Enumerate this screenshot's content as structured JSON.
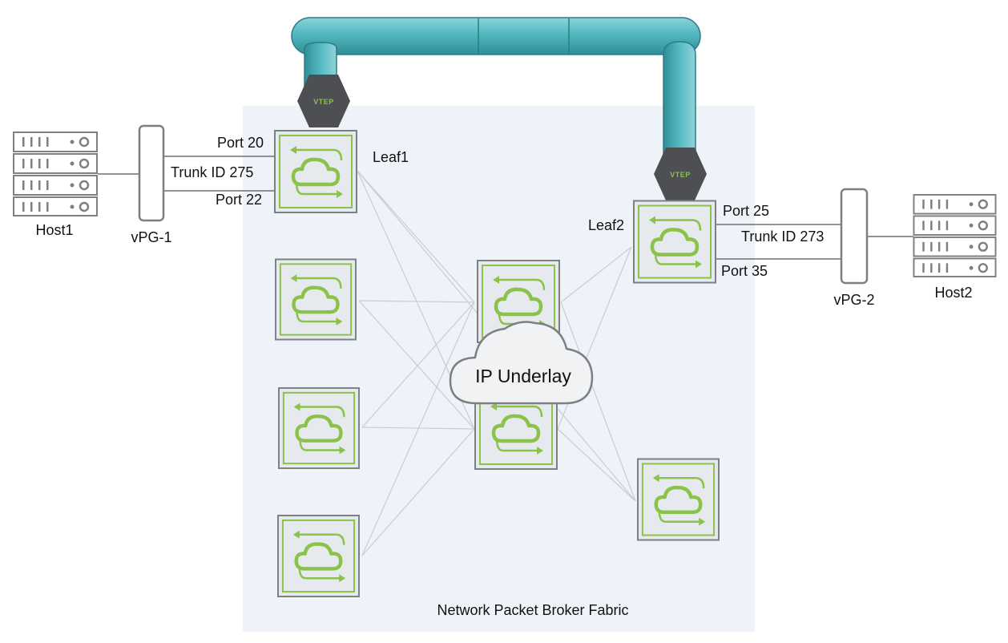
{
  "fabric": {
    "label": "Network Packet Broker Fabric"
  },
  "underlay": {
    "label": "IP Underlay"
  },
  "hosts": [
    {
      "label": "Host1"
    },
    {
      "label": "Host2"
    }
  ],
  "vpgs": [
    {
      "label": "vPG-1"
    },
    {
      "label": "vPG-2"
    }
  ],
  "leaves": [
    {
      "label": "Leaf1"
    },
    {
      "label": "Leaf2"
    }
  ],
  "ports": {
    "host1_top": "Port 20",
    "host1_trunk": "Trunk ID 275",
    "host1_bottom": "Port 22",
    "host2_top": "Port 25",
    "host2_trunk": "Trunk ID 273",
    "host2_bottom": "Port 35"
  },
  "vtep": {
    "label": "VTEP"
  },
  "colors": {
    "fabric_bg": "#eef2f9",
    "switch_green": "#8bc34a",
    "tunnel_teal": "#5bbec6",
    "vtep_gray": "#4d4f53",
    "link_gray": "#c8ccd3"
  }
}
